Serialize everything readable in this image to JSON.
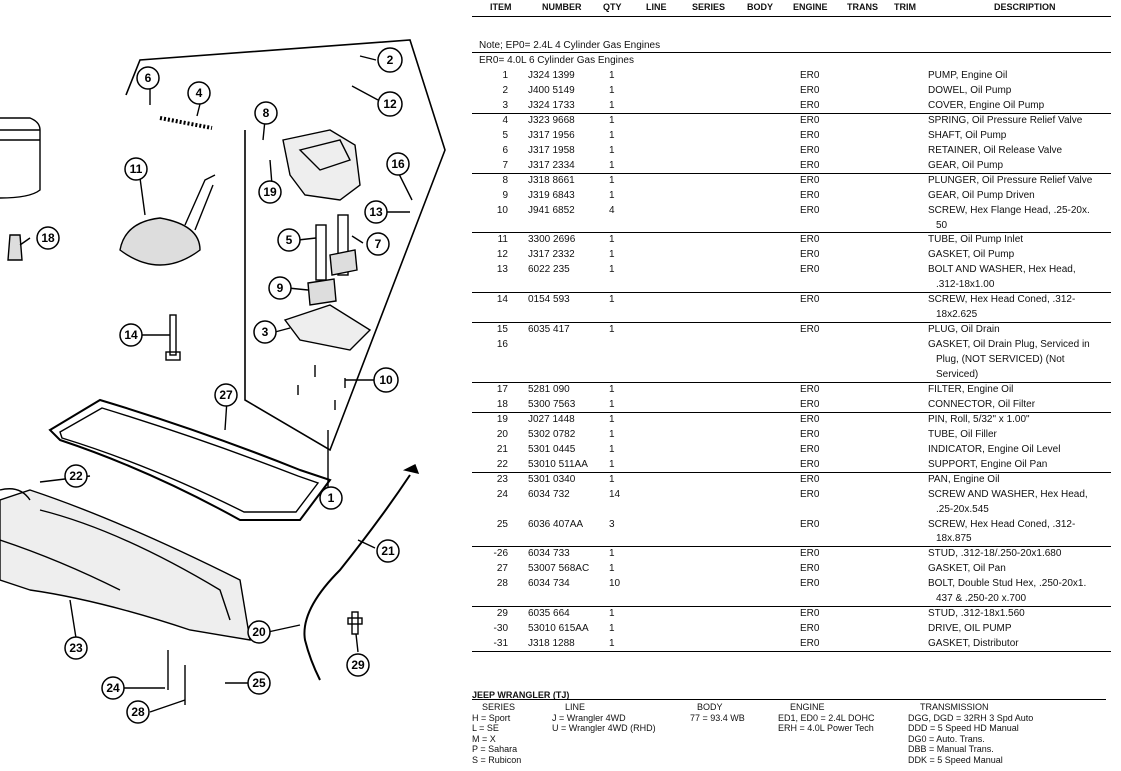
{
  "headers": [
    "ITEM",
    "NUMBER",
    "QTY",
    "LINE",
    "SERIES",
    "BODY",
    "ENGINE",
    "TRANS",
    "TRIM",
    "DESCRIPTION"
  ],
  "notes": [
    "Note; EP0= 2.4L 4 Cylinder Gas Engines",
    "ER0= 4.0L 6 Cylinder Gas Engines"
  ],
  "rows": [
    {
      "item": "1",
      "number": "J324 1399",
      "qty": "1",
      "engine": "ER0",
      "desc": "PUMP, Engine Oil"
    },
    {
      "item": "2",
      "number": "J400 5149",
      "qty": "1",
      "engine": "ER0",
      "desc": "DOWEL, Oil Pump"
    },
    {
      "item": "3",
      "number": "J324 1733",
      "qty": "1",
      "engine": "ER0",
      "desc": "COVER, Engine Oil Pump"
    },
    {
      "item": "4",
      "number": "J323 9668",
      "qty": "1",
      "engine": "ER0",
      "desc": "SPRING, Oil Pressure Relief Valve"
    },
    {
      "item": "5",
      "number": "J317 1956",
      "qty": "1",
      "engine": "ER0",
      "desc": "SHAFT, Oil Pump"
    },
    {
      "item": "6",
      "number": "J317 1958",
      "qty": "1",
      "engine": "ER0",
      "desc": "RETAINER, Oil Release Valve"
    },
    {
      "item": "7",
      "number": "J317 2334",
      "qty": "1",
      "engine": "ER0",
      "desc": "GEAR, Oil Pump"
    },
    {
      "item": "8",
      "number": "J318 8661",
      "qty": "1",
      "engine": "ER0",
      "desc": "PLUNGER, Oil Pressure Relief Valve"
    },
    {
      "item": "9",
      "number": "J319 6843",
      "qty": "1",
      "engine": "ER0",
      "desc": "GEAR, Oil Pump Driven"
    },
    {
      "item": "10",
      "number": "J941 6852",
      "qty": "4",
      "engine": "ER0",
      "desc": "SCREW, Hex Flange Head, .25-20x."
    },
    {
      "item": "",
      "number": "",
      "qty": "",
      "engine": "",
      "desc": "50"
    },
    {
      "item": "11",
      "number": "3300 2696",
      "qty": "1",
      "engine": "ER0",
      "desc": "TUBE, Oil Pump Inlet"
    },
    {
      "item": "12",
      "number": "J317 2332",
      "qty": "1",
      "engine": "ER0",
      "desc": "GASKET, Oil Pump"
    },
    {
      "item": "13",
      "number": "6022 235",
      "qty": "1",
      "engine": "ER0",
      "desc": "BOLT AND WASHER, Hex Head,"
    },
    {
      "item": "",
      "number": "",
      "qty": "",
      "engine": "",
      "desc": ".312-18x1.00"
    },
    {
      "item": "14",
      "number": "0154 593",
      "qty": "1",
      "engine": "ER0",
      "desc": "SCREW, Hex Head Coned, .312-"
    },
    {
      "item": "",
      "number": "",
      "qty": "",
      "engine": "",
      "desc": "18x2.625"
    },
    {
      "item": "15",
      "number": "6035 417",
      "qty": "1",
      "engine": "ER0",
      "desc": "PLUG, Oil Drain"
    },
    {
      "item": "16",
      "number": "",
      "qty": "",
      "engine": "",
      "desc": "GASKET, Oil Drain Plug, Serviced in"
    },
    {
      "item": "",
      "number": "",
      "qty": "",
      "engine": "",
      "desc": "Plug, (NOT SERVICED) (Not"
    },
    {
      "item": "",
      "number": "",
      "qty": "",
      "engine": "",
      "desc": "Serviced)"
    },
    {
      "item": "17",
      "number": "5281 090",
      "qty": "1",
      "engine": "ER0",
      "desc": "FILTER, Engine Oil"
    },
    {
      "item": "18",
      "number": "5300 7563",
      "qty": "1",
      "engine": "ER0",
      "desc": "CONNECTOR, Oil Filter"
    },
    {
      "item": "19",
      "number": "J027 1448",
      "qty": "1",
      "engine": "ER0",
      "desc": "PIN, Roll, 5/32\" x 1.00\""
    },
    {
      "item": "20",
      "number": "5302 0782",
      "qty": "1",
      "engine": "ER0",
      "desc": "TUBE, Oil Filler"
    },
    {
      "item": "21",
      "number": "5301 0445",
      "qty": "1",
      "engine": "ER0",
      "desc": "INDICATOR, Engine Oil Level"
    },
    {
      "item": "22",
      "number": "53010 511AA",
      "qty": "1",
      "engine": "ER0",
      "desc": "SUPPORT, Engine Oil Pan"
    },
    {
      "item": "23",
      "number": "5301 0340",
      "qty": "1",
      "engine": "ER0",
      "desc": "PAN, Engine Oil"
    },
    {
      "item": "24",
      "number": "6034 732",
      "qty": "14",
      "engine": "ER0",
      "desc": "SCREW AND WASHER, Hex Head,"
    },
    {
      "item": "",
      "number": "",
      "qty": "",
      "engine": "",
      "desc": ".25-20x.545"
    },
    {
      "item": "25",
      "number": "6036 407AA",
      "qty": "3",
      "engine": "ER0",
      "desc": "SCREW, Hex Head Coned, .312-"
    },
    {
      "item": "",
      "number": "",
      "qty": "",
      "engine": "",
      "desc": "18x.875"
    },
    {
      "item": "-26",
      "number": "6034 733",
      "qty": "1",
      "engine": "ER0",
      "desc": "STUD, .312-18/.250-20x1.680"
    },
    {
      "item": "27",
      "number": "53007 568AC",
      "qty": "1",
      "engine": "ER0",
      "desc": "GASKET, Oil Pan"
    },
    {
      "item": "28",
      "number": "6034 734",
      "qty": "10",
      "engine": "ER0",
      "desc": "BOLT, Double Stud Hex, .250-20x1."
    },
    {
      "item": "",
      "number": "",
      "qty": "",
      "engine": "",
      "desc": "437 & .250-20 x.700"
    },
    {
      "item": "29",
      "number": "6035 664",
      "qty": "1",
      "engine": "ER0",
      "desc": "STUD, .312-18x1.560"
    },
    {
      "item": "-30",
      "number": "53010 615AA",
      "qty": "1",
      "engine": "ER0",
      "desc": "DRIVE, OIL PUMP"
    },
    {
      "item": "-31",
      "number": "J318 1288",
      "qty": "1",
      "engine": "ER0",
      "desc": "GASKET, Distributor"
    }
  ],
  "legend": {
    "title": "JEEP WRANGLER (TJ)",
    "series": {
      "head": "SERIES",
      "entries": [
        "H = Sport",
        "L = SE",
        "M = X",
        "P = Sahara",
        "S = Rubicon"
      ]
    },
    "line": {
      "head": "LINE",
      "entries": [
        "J = Wrangler 4WD",
        "U = Wrangler 4WD (RHD)"
      ]
    },
    "body": {
      "head": "BODY",
      "entries": [
        "77 = 93.4 WB"
      ]
    },
    "engine": {
      "head": "ENGINE",
      "entries": [
        "ED1, ED0 = 2.4L DOHC",
        "ERH = 4.0L Power Tech"
      ]
    },
    "transmission": {
      "head": "TRANSMISSION",
      "entries": [
        "DGG, DGD = 32RH 3 Spd Auto",
        "DDD = 5 Speed HD Manual",
        "DG0 = Auto. Trans.",
        "DBB = Manual Trans.",
        "DDK = 5 Speed Manual"
      ]
    }
  },
  "callouts": [
    "1",
    "2",
    "3",
    "4",
    "5",
    "6",
    "7",
    "8",
    "9",
    "10",
    "11",
    "12",
    "13",
    "14",
    "16",
    "18",
    "19",
    "20",
    "21",
    "22",
    "23",
    "24",
    "25",
    "27",
    "28",
    "29"
  ]
}
